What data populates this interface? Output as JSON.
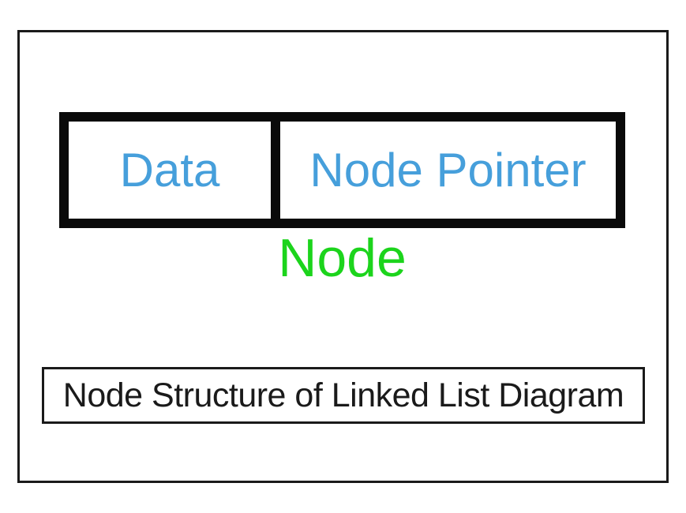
{
  "page": {
    "background_color": "#ffffff",
    "frame_border_color": "#1a1a1a"
  },
  "diagram": {
    "node_box": {
      "border_color": "#0a0a0a",
      "label_color": "#469FDB",
      "cells": [
        {
          "label": "Data"
        },
        {
          "label": "Node Pointer"
        }
      ]
    },
    "node_label": {
      "text": "Node",
      "color": "#1CD41C"
    },
    "caption": {
      "text": "Node Structure of Linked List Diagram",
      "color": "#1a1a1a"
    }
  }
}
